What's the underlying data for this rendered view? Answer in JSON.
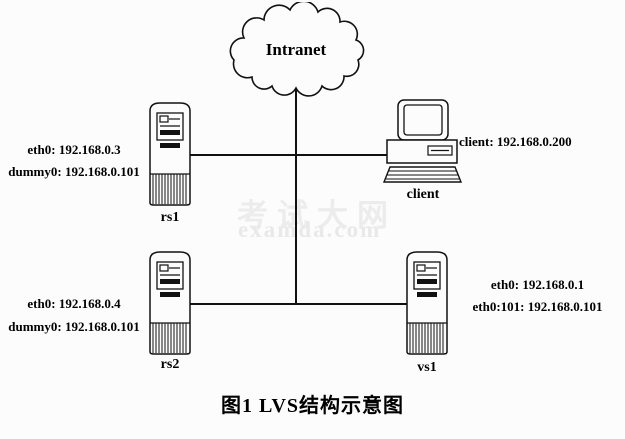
{
  "diagram": {
    "intranet_label": "Intranet",
    "caption": "图1 LVS结构示意图",
    "watermark": {
      "cn": "考试大网",
      "en": "examda.com"
    },
    "rs1": {
      "name": "rs1",
      "addr1": "eth0: 192.168.0.3",
      "addr2": "dummy0: 192.168.0.101"
    },
    "rs2": {
      "name": "rs2",
      "addr1": "eth0: 192.168.0.4",
      "addr2": "dummy0: 192.168.0.101"
    },
    "vs1": {
      "name": "vs1",
      "addr1": "eth0: 192.168.0.1",
      "addr2": "eth0:101: 192.168.0.101"
    },
    "client": {
      "name": "client",
      "addr1": "client: 192.168.0.200"
    }
  }
}
